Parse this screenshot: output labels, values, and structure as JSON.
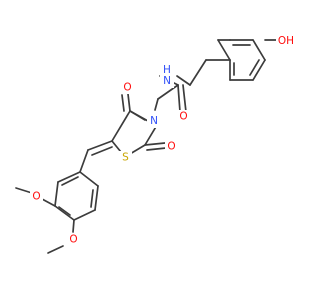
{
  "atom_labels": {
    "thiazolidine_sulfur": "S",
    "imide_nitrogen": "N",
    "ring_carbonyl_oxygen_upper": "O",
    "ring_carbonyl_oxygen_lower": "O",
    "amide_oxygen": "O",
    "amide_nitrogen": "N",
    "amide_hydrogen": "H",
    "phenol_group": "OH",
    "methoxy_oxygen_3": "O",
    "methoxy_oxygen_4": "O"
  },
  "colors": {
    "carbon_bond": "#3c3c3c",
    "oxygen": "#ff0d0d",
    "nitrogen": "#3050f8",
    "sulfur": "#c8a500",
    "background": "#ffffff"
  }
}
